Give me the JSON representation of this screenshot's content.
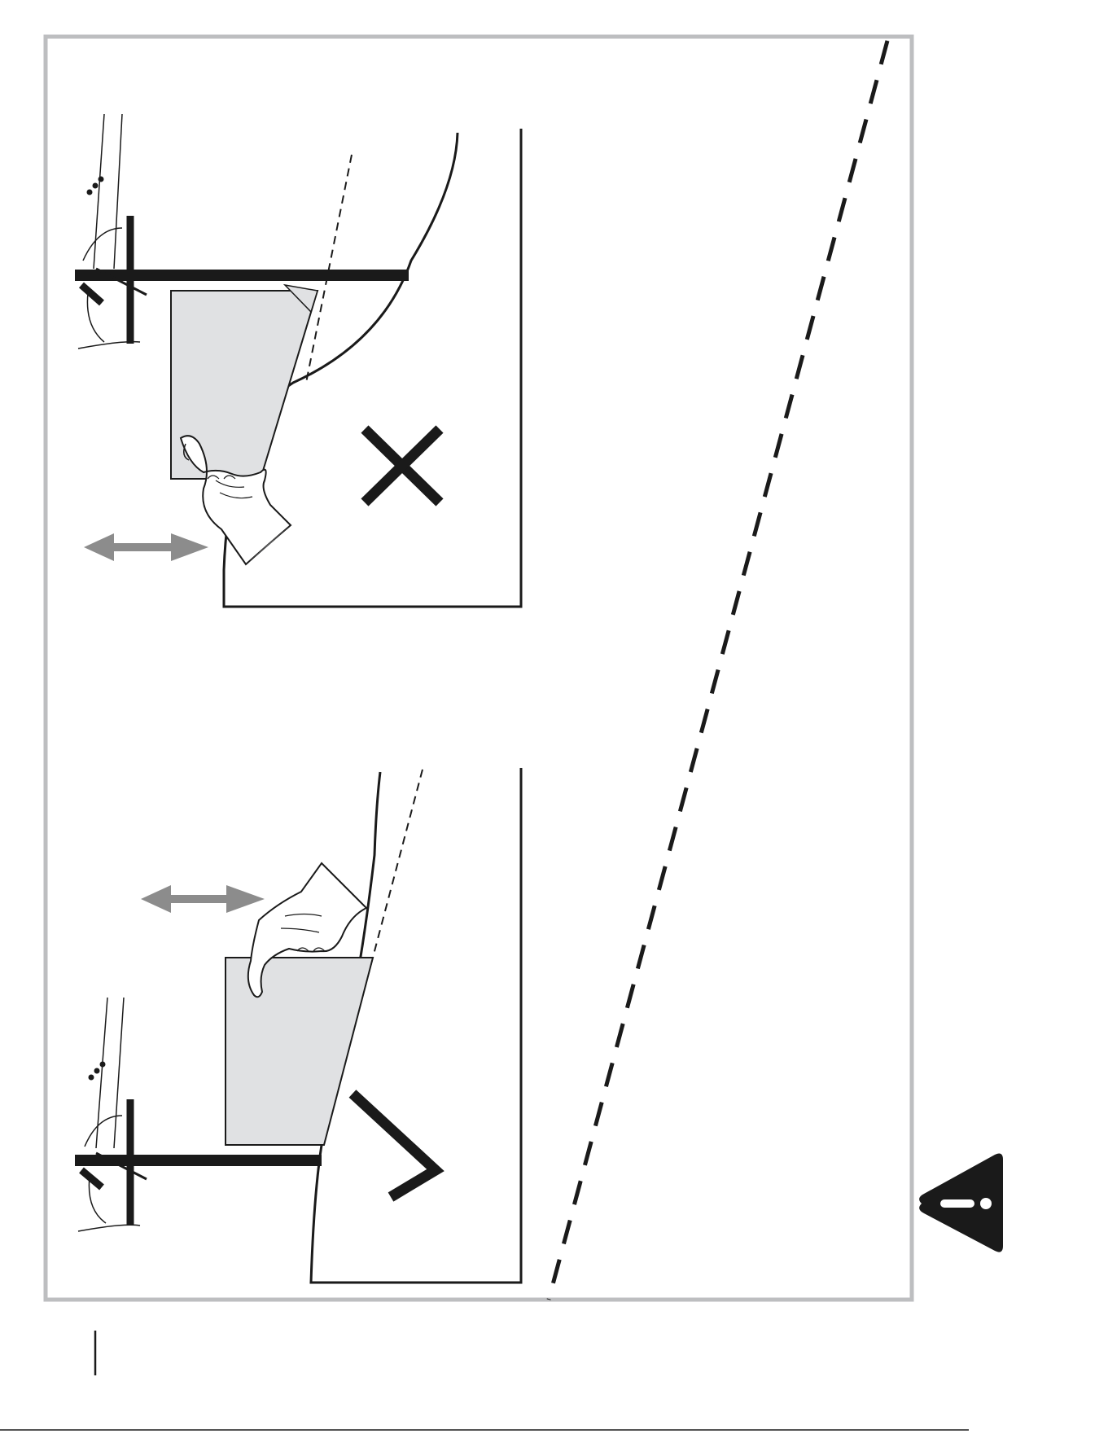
{
  "page": {
    "title": "",
    "page_number": "",
    "figures": [
      {
        "id": "incorrect",
        "verdict": "incorrect",
        "mark": "cross-mark"
      },
      {
        "id": "correct",
        "verdict": "correct",
        "mark": "check-mark"
      }
    ],
    "colors": {
      "frame": "#bdbec0",
      "ink": "#1a1a1a",
      "sheet": "#e0e1e3",
      "arrow": "#8c8c8c"
    },
    "icons": [
      "warning-triangle-icon",
      "cross-mark-icon",
      "check-mark-icon",
      "double-arrow-icon",
      "hand-icon",
      "utility-pole-icon"
    ]
  }
}
